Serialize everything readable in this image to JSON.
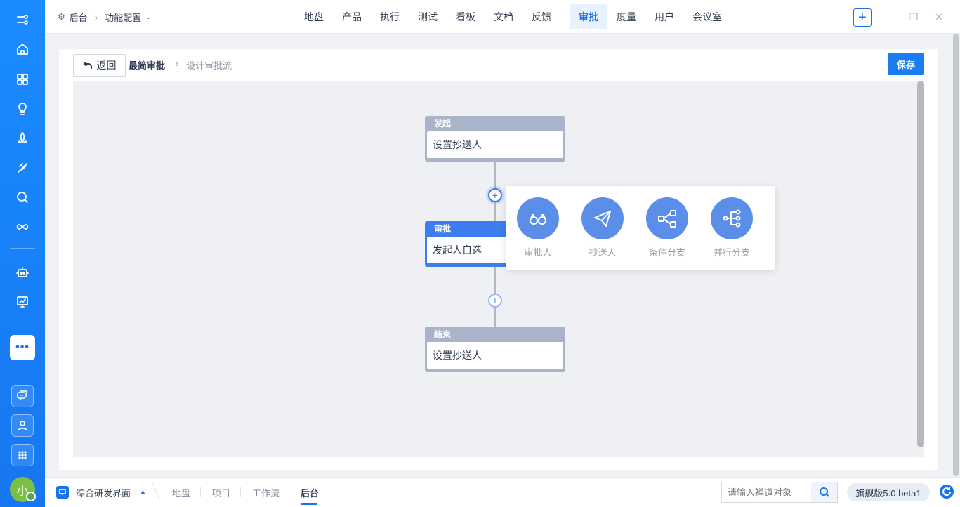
{
  "header": {
    "breadcrumb_root": "后台",
    "breadcrumb_current": "功能配置",
    "nav": [
      {
        "label": "地盘"
      },
      {
        "label": "产品"
      },
      {
        "label": "执行"
      },
      {
        "label": "测试"
      },
      {
        "label": "看板"
      },
      {
        "label": "文档"
      },
      {
        "label": "反馈"
      },
      {
        "label": "审批"
      },
      {
        "label": "度量"
      },
      {
        "label": "用户"
      },
      {
        "label": "会议室"
      }
    ],
    "active_nav": "审批",
    "plus_symbol": "+"
  },
  "sidebar": {
    "more_label": "•••",
    "avatar_text": "小"
  },
  "page": {
    "back_label": "返回",
    "title": "最简审批",
    "separator": "›",
    "subtitle": "设计审批流",
    "save_label": "保存"
  },
  "flow": {
    "nodes": [
      {
        "type": "发起",
        "content": "设置抄送人"
      },
      {
        "type": "审批",
        "content": "发起人自选"
      },
      {
        "type": "结束",
        "content": "设置抄送人"
      }
    ],
    "add_symbol": "+",
    "popup_options": [
      {
        "label": "审批人",
        "icon": "glasses-icon"
      },
      {
        "label": "抄送人",
        "icon": "paper-plane-icon"
      },
      {
        "label": "条件分支",
        "icon": "condition-branch-icon"
      },
      {
        "label": "并行分支",
        "icon": "parallel-branch-icon"
      }
    ]
  },
  "bottombar": {
    "workspace": "综合研发界面",
    "workspace_caret": "▲",
    "tabs": [
      {
        "label": "地盘"
      },
      {
        "label": "项目"
      },
      {
        "label": "工作流"
      },
      {
        "label": "后台"
      }
    ],
    "active_tab": "后台",
    "search_placeholder": "请输入禅道对象",
    "version": "旗舰版5.0.beta1"
  },
  "colors": {
    "brand": "#1a73e8",
    "node_gray": "#a9b3c9",
    "node_blue": "#3c7ef0",
    "popup_icon": "#5b8ee8"
  }
}
